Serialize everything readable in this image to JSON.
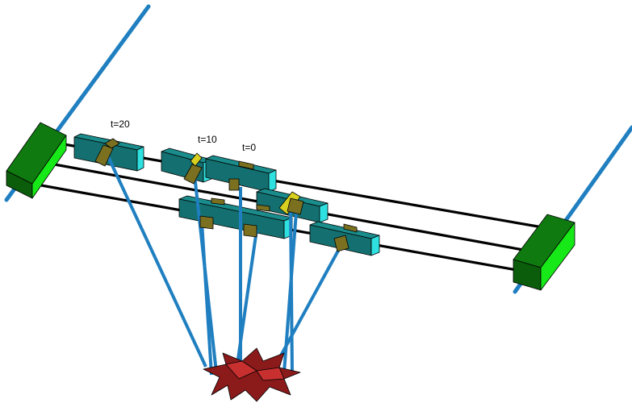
{
  "time_labels": [
    "t=20",
    "t=10",
    "t=0"
  ],
  "colors": {
    "background": "#ffffff",
    "rail": "#000000",
    "cable": "#1f7fc0",
    "end_block_front": "#0b5c0b",
    "end_block_side": "#17e817",
    "end_block_top": "#0f7a0f",
    "carriage_front": "#147070",
    "carriage_top": "#1a8c8c",
    "carriage_end": "#2fe0e0",
    "joint": "#7a7020",
    "joint_highlight": "#d8d020",
    "payload": "#8b1a1a",
    "payload_highlight": "#c83030"
  },
  "icons": {
    "end_block": "rail-end-block",
    "carriage": "carriage-box",
    "joint": "pivot-joint",
    "payload": "star-payload"
  }
}
